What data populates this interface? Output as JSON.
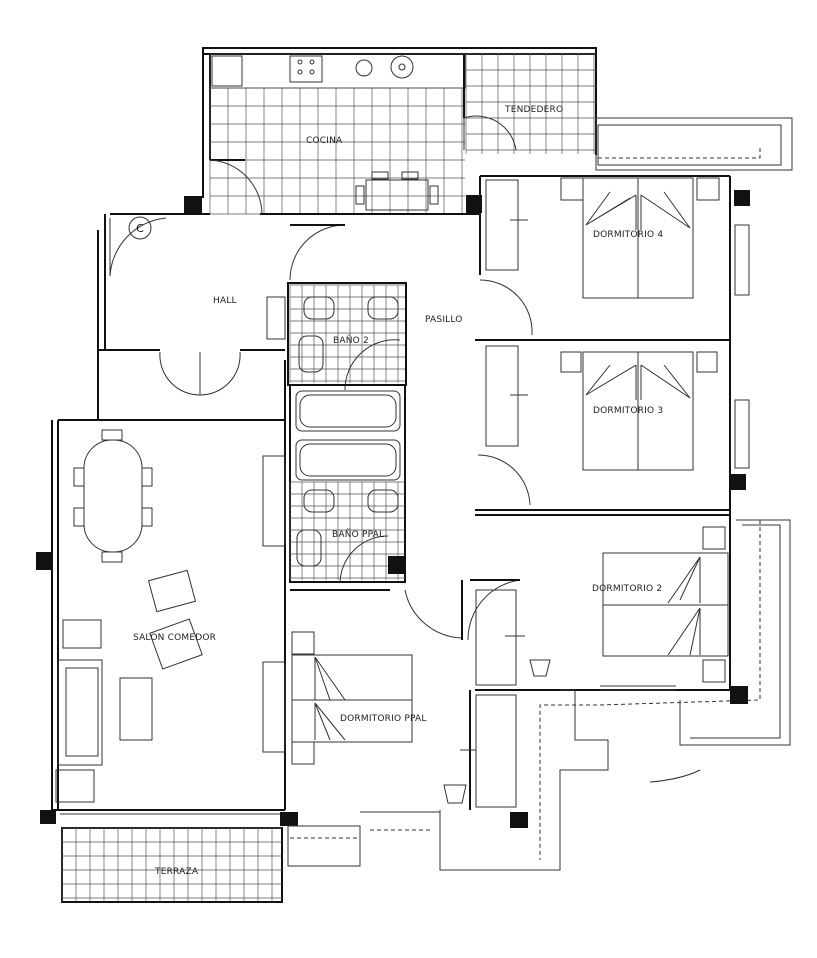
{
  "rooms": {
    "cocina": "COCINA",
    "tendedero": "TENDEDERO",
    "hall": "HALL",
    "pasillo": "PASILLO",
    "bano2": "BAÑO 2",
    "bano_ppal": "BAÑO PPAL",
    "dormitorio4": "DORMITORIO 4",
    "dormitorio3": "DORMITORIO 3",
    "dormitorio2": "DORMITORIO 2",
    "dormitorio_ppal": "DORMITORIO PPAL",
    "salon": "SALON COMEDOR",
    "terraza": "TERRAZA"
  },
  "symbols": {
    "boiler": "C"
  },
  "colors": {
    "line": "#111111",
    "background": "#ffffff"
  }
}
